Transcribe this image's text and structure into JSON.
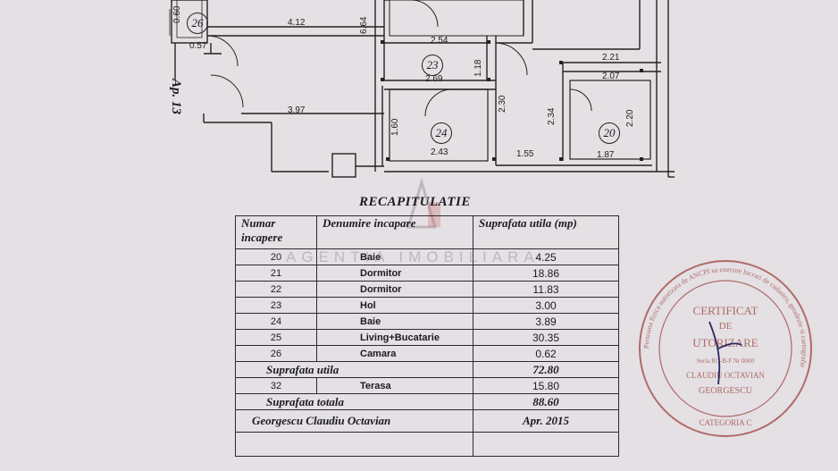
{
  "floor_plan": {
    "dimensions": [
      "4.12",
      "0.57",
      "6.64",
      "2.54",
      "1.18",
      "2.69",
      "3.97",
      "1.60",
      "2.43",
      "2.30",
      "2.34",
      "1.55",
      "2.21",
      "2.07",
      "2.20",
      "1.87",
      "0.60"
    ],
    "room_markers": [
      "26",
      "23",
      "24",
      "20"
    ],
    "apartment_label": "Ap. 13"
  },
  "recap": {
    "title": "RECAPITULATIE",
    "headers": {
      "number": "Numar incapere",
      "name": "Denumire incapare",
      "area": "Suprafata utila (mp)"
    },
    "rows": [
      {
        "nr": "20",
        "name": "Baie",
        "area": "4.25"
      },
      {
        "nr": "21",
        "name": "Dormitor",
        "area": "18.86"
      },
      {
        "nr": "22",
        "name": "Dormitor",
        "area": "11.83"
      },
      {
        "nr": "23",
        "name": "Hol",
        "area": "3.00"
      },
      {
        "nr": "24",
        "name": "Baie",
        "area": "3.89"
      },
      {
        "nr": "25",
        "name": "Living+Bucatarie",
        "area": "30.35"
      },
      {
        "nr": "26",
        "name": "Camara",
        "area": "0.62"
      }
    ],
    "useful_label": "Suprafata utila",
    "useful_value": "72.80",
    "terrace_nr": "32",
    "terrace_name": "Terasa",
    "terrace_area": "15.80",
    "total_label": "Suprafata totala",
    "total_value": "88.60",
    "author": "Georgescu Claudiu Octavian",
    "date": "Apr. 2015"
  },
  "watermark": "AGENTIA IMOBILIARA",
  "stamp": {
    "lines": [
      "CERTIFICAT",
      "DE",
      "UTORIZARE",
      "Seria RO-B-F Nr 0060",
      "CLAUDIU OCTAVIAN",
      "GEORGESCU",
      "CATEGORIA C"
    ],
    "ring_text": "Persoana fizica autorizata de ANCPI sa execute lucrari de cadastru, geodezie si cartografie"
  },
  "colors": {
    "paper": "#e4e0e3",
    "ink": "#1b1b22",
    "stamp": "#b06a6a"
  }
}
